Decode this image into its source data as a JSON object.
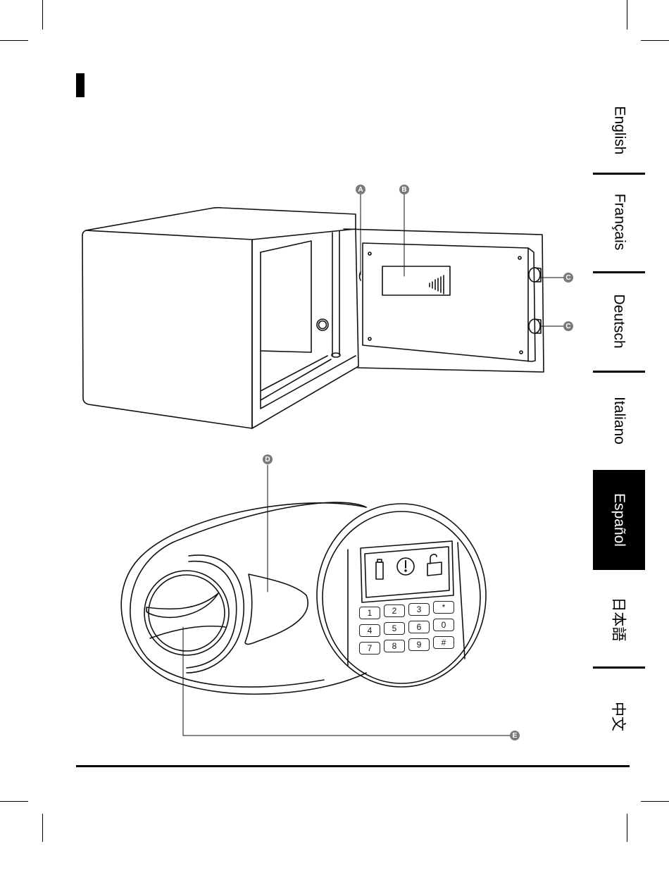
{
  "languages": [
    {
      "label": "English",
      "active": false
    },
    {
      "label": "Français",
      "active": false
    },
    {
      "label": "Deutsch",
      "active": false
    },
    {
      "label": "Italiano",
      "active": false
    },
    {
      "label": "Español",
      "active": true
    },
    {
      "label": "日本語",
      "active": false
    },
    {
      "label": "中文",
      "active": false
    }
  ],
  "callouts": {
    "a": "A",
    "b": "B",
    "c1": "C",
    "c2": "C",
    "d": "D",
    "e": "E"
  },
  "keypad": [
    "1",
    "2",
    "3",
    "*",
    "4",
    "5",
    "6",
    "0",
    "7",
    "8",
    "9",
    "#"
  ],
  "display_icons": [
    "battery-icon",
    "alert-icon",
    "unlocked-padlock-icon"
  ],
  "colors": {
    "accent": "#000000",
    "callout": "#7a7a7a"
  }
}
